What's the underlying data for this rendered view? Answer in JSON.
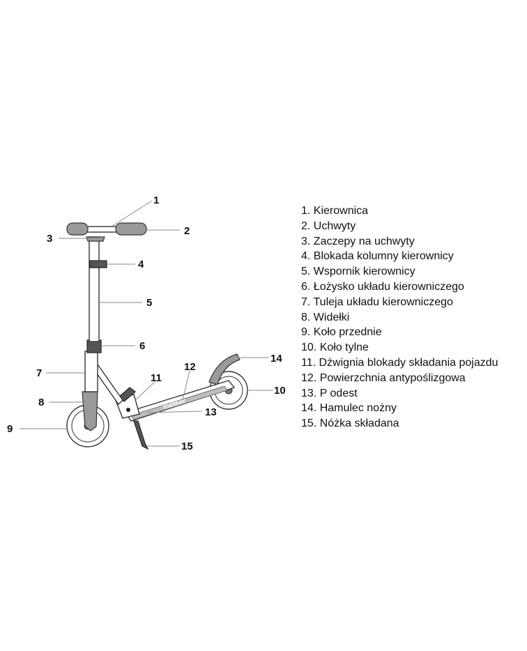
{
  "callouts": [
    "1",
    "2",
    "3",
    "4",
    "5",
    "6",
    "7",
    "8",
    "9",
    "10",
    "11",
    "12",
    "13",
    "14",
    "15"
  ],
  "legend": [
    "1. Kierownica",
    "2. Uchwyty",
    "3. Zaczepy na uchwyty",
    "4. Blokada kolumny kierownicy",
    "5. Wspornik kierownicy",
    "6. Łożysko układu kierowniczego",
    "7. Tuleja układu kierowniczego",
    "8. Widełki",
    "9. Koło przednie",
    "10. Koło tylne",
    "11. Dźwignia blokady składania pojazdu",
    "12. Powierzchnia antypoślizgowa",
    "13. P odest",
    "14. Hamulec nożny",
    "15. Nóżka składana"
  ],
  "deck_logo": "meteor"
}
